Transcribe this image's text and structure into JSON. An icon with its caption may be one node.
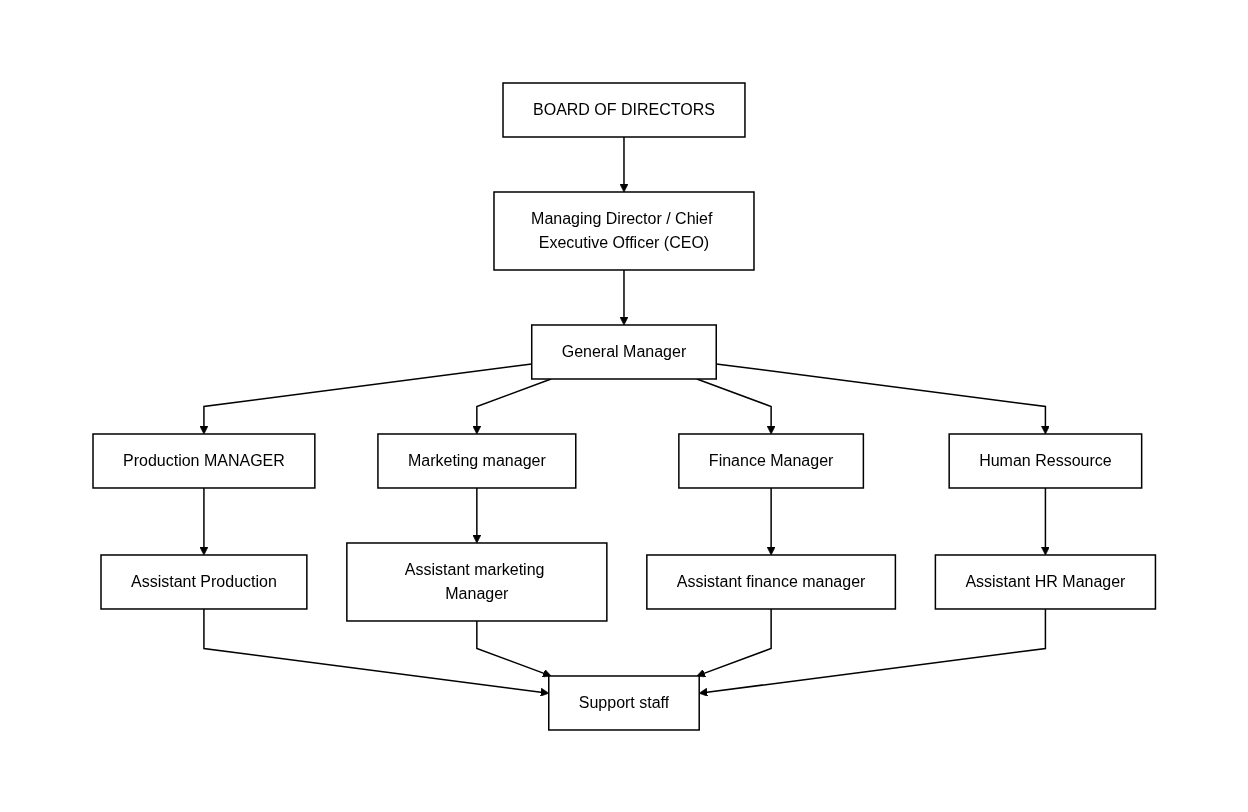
{
  "diagram": {
    "nodes": [
      {
        "text": [
          "BOARD OF DIRECTORS"
        ]
      },
      {
        "text": [
          "Managing Director / Chief Executive Officer (CEO)"
        ]
      },
      {
        "text": [
          "General Manager"
        ]
      },
      {
        "text": [
          "Production MANAGER"
        ]
      },
      {
        "text": [
          "Marketing manager"
        ]
      },
      {
        "text": [
          "Finance Manager"
        ]
      },
      {
        "text": [
          "Human Ressource"
        ]
      },
      {
        "text": [
          "Assistant Production"
        ]
      },
      {
        "text": [
          "Assistant marketing Manager"
        ]
      },
      {
        "text": [
          "Assistant finance manager"
        ]
      },
      {
        "text": [
          "Assistant HR Manager"
        ]
      },
      {
        "text": [
          "Support staff"
        ]
      }
    ],
    "edges": [
      {
        "from": 0,
        "to": 1,
        "arrow": "to"
      },
      {
        "from": 1,
        "to": 2,
        "arrow": "to"
      },
      {
        "from": 2,
        "to": 3,
        "arrow": "to"
      },
      {
        "from": 2,
        "to": 4,
        "arrow": "to"
      },
      {
        "from": 2,
        "to": 5,
        "arrow": "to"
      },
      {
        "from": 2,
        "to": 6,
        "arrow": "to"
      },
      {
        "from": 3,
        "to": 7,
        "arrow": "to"
      },
      {
        "from": 4,
        "to": 8,
        "arrow": "to"
      },
      {
        "from": 5,
        "to": 9,
        "arrow": "to"
      },
      {
        "from": 6,
        "to": 10,
        "arrow": "to"
      },
      {
        "from": 7,
        "to": 11,
        "arrow": "to"
      },
      {
        "from": 8,
        "to": 11,
        "arrow": "to"
      },
      {
        "from": 9,
        "to": 11,
        "arrow": "to"
      },
      {
        "from": 10,
        "to": 11,
        "arrow": "to"
      }
    ]
  }
}
